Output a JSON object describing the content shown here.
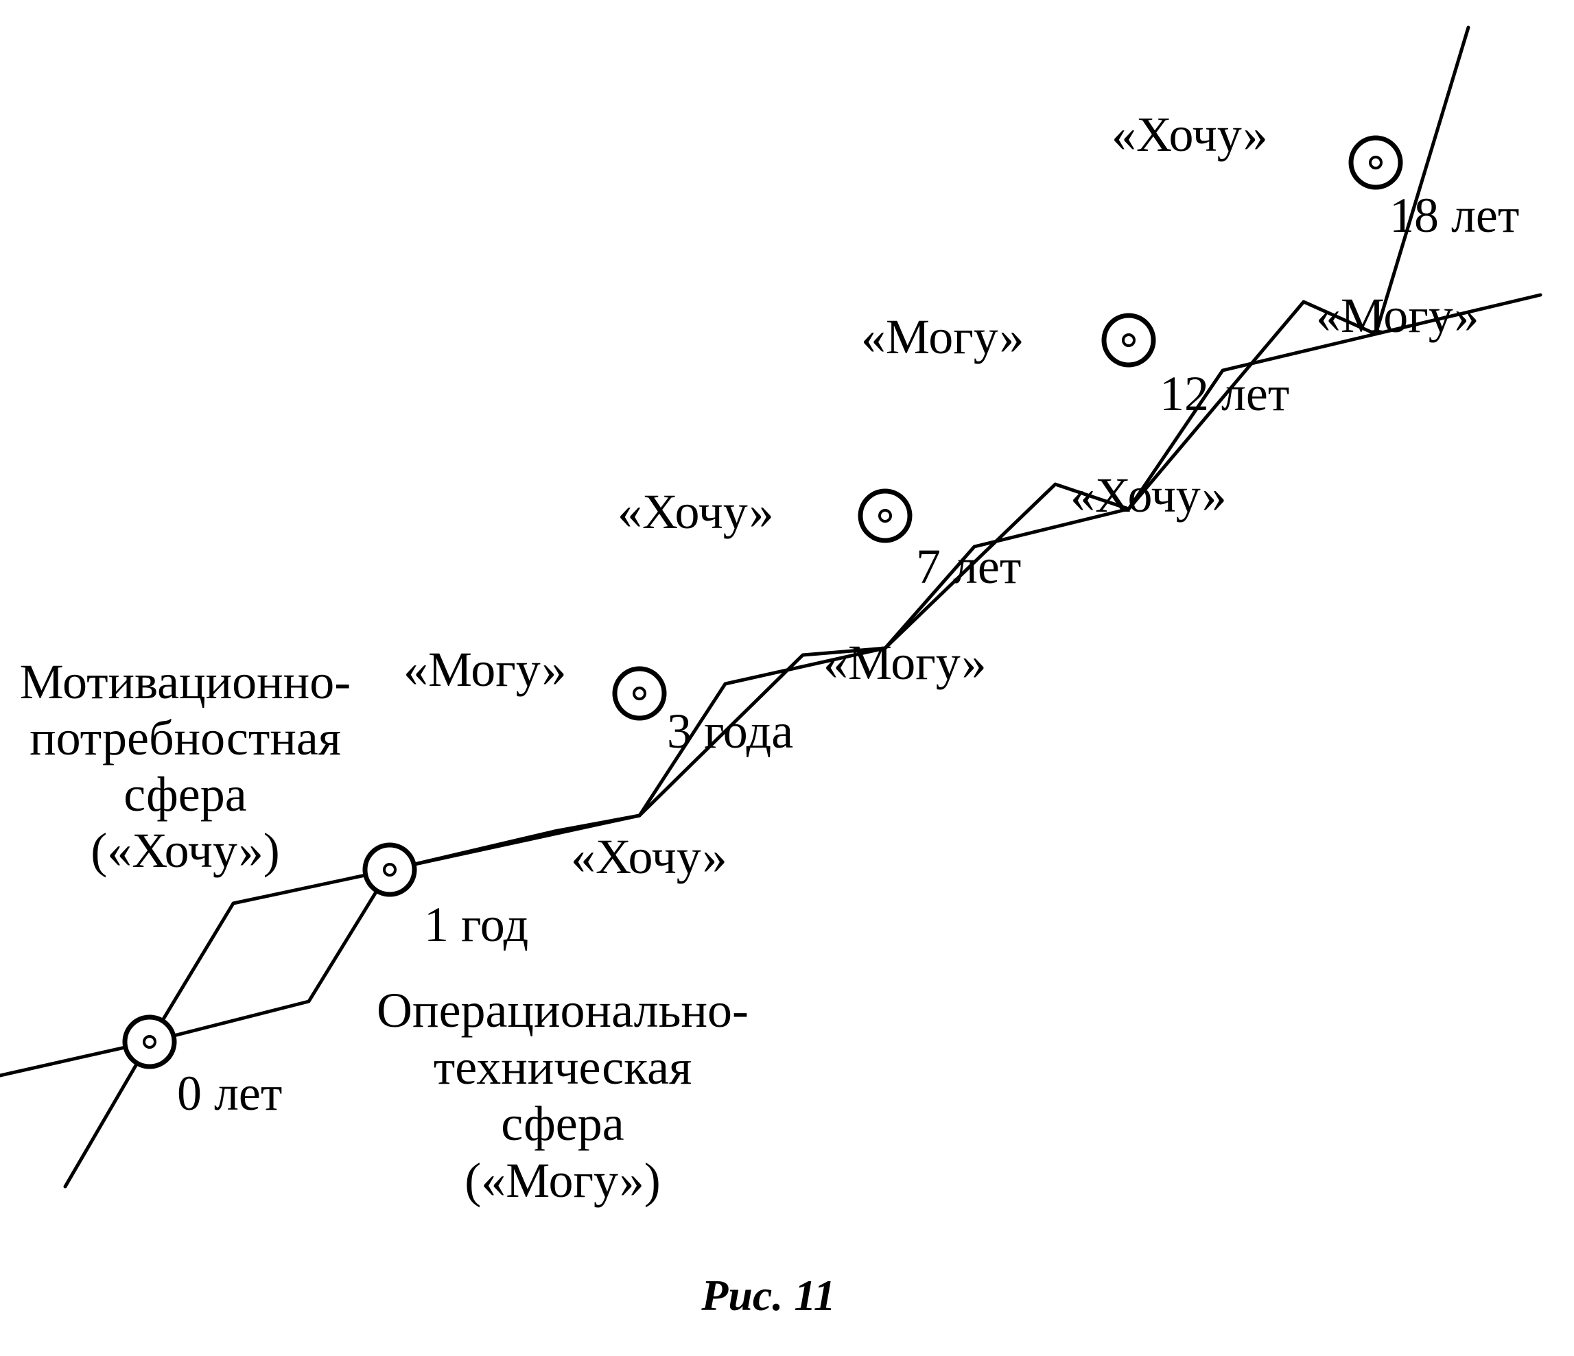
{
  "nodes": [
    {
      "label": "0 лет"
    },
    {
      "label": "1 год"
    },
    {
      "label": "3 года"
    },
    {
      "label": "7 лет"
    },
    {
      "label": "12 лет"
    },
    {
      "label": "18 лет"
    }
  ],
  "phases": {
    "p1_upper": "«Могу»",
    "p1_lower": "«Хочу»",
    "p2_upper": "«Хочу»",
    "p2_lower": "«Могу»",
    "p3_upper": "«Могу»",
    "p3_lower": "«Хочу»",
    "p4_upper": "«Хочу»",
    "p4_lower": "«Могу»"
  },
  "spheres": {
    "motivational": [
      "Мотивационно-",
      "потребностная",
      "сфера",
      "(«Хочу»)"
    ],
    "operational": [
      "Операционально-",
      "техническая",
      "сфера",
      "(«Могу»)"
    ]
  },
  "caption": "Рис. 11"
}
